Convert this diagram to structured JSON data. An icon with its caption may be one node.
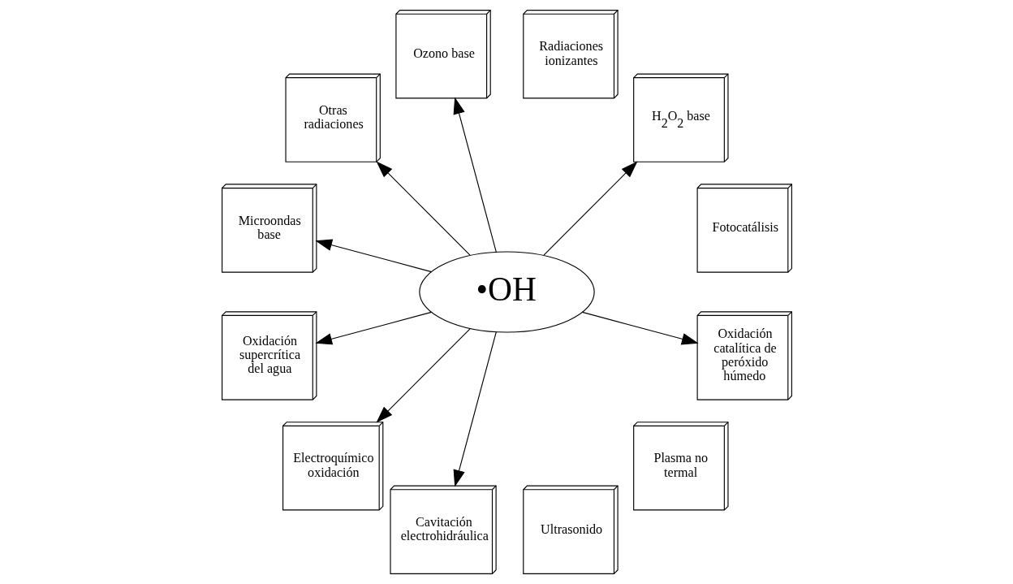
{
  "diagram": {
    "nodes": [
      {
        "text": [
          "•OH"
        ]
      },
      {
        "text": [
          "Fotocatálisis"
        ]
      },
      {
        "text": [
          "H$_{2}$O$_{2}$ base"
        ]
      },
      {
        "text": [
          "Radiaciones ionizantes"
        ]
      },
      {
        "text": [
          "Ozono base"
        ]
      },
      {
        "text": [
          "Otras radiaciones"
        ]
      },
      {
        "text": [
          "Microondas base"
        ]
      },
      {
        "text": [
          "Oxidación supercrítica del agua"
        ]
      },
      {
        "text": [
          "Electroquímico oxidación"
        ]
      },
      {
        "text": [
          "Cavitación electrohidráulica"
        ]
      },
      {
        "text": [
          "Ultrasonido"
        ]
      },
      {
        "text": [
          "Plasma no termal"
        ]
      },
      {
        "text": [
          "Oxidación catalítica de peróxido húmedo"
        ]
      }
    ],
    "edges": [
      {
        "from": 0,
        "to": 2,
        "arrow": "to"
      },
      {
        "from": 0,
        "to": 5,
        "arrow": "to"
      },
      {
        "from": 0,
        "to": 7,
        "arrow": "to"
      },
      {
        "from": 0,
        "to": 9,
        "arrow": "to"
      },
      {
        "from": 0,
        "to": 12,
        "arrow": "to"
      },
      {
        "from": 0,
        "to": 8,
        "arrow": "to"
      },
      {
        "from": 0,
        "to": 6,
        "arrow": "to"
      },
      {
        "from": 0,
        "to": 4,
        "arrow": "to"
      }
    ]
  }
}
